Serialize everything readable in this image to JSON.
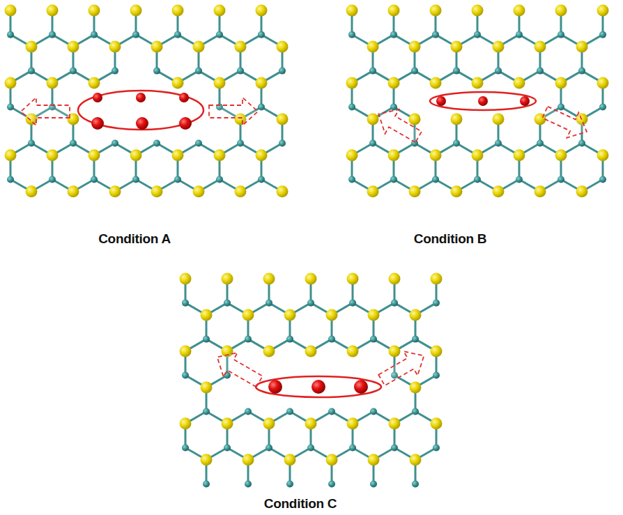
{
  "diagram": {
    "labels": [
      "Condition A",
      "Condition B",
      "Condition C"
    ]
  }
}
